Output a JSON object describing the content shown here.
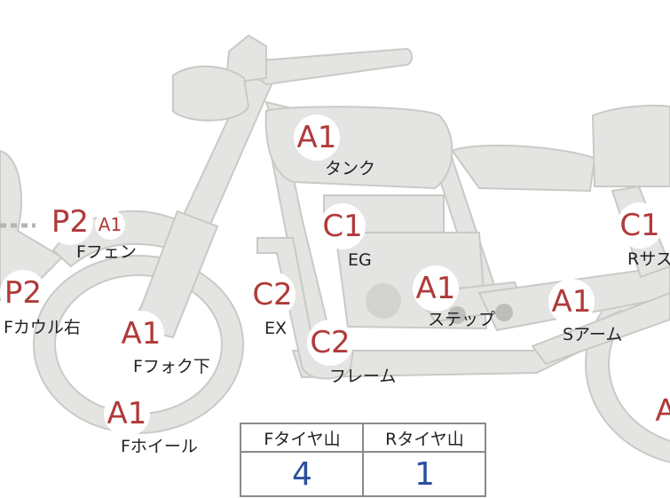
{
  "colors": {
    "bike_fill": "#e4e4e2",
    "bike_stroke": "#c9c9c6",
    "grade_text": "#b03a3a",
    "value_text": "#2b4fa0",
    "engine_circle": "#d2d2d0"
  },
  "grades": {
    "tank": "A1",
    "f_fender_main": "P2",
    "f_fender_sub": "A1",
    "f_cowl_right": "P2",
    "f_fork_lower": "A1",
    "f_wheel": "A1",
    "engine": "C1",
    "exhaust": "C2",
    "frame": "C2",
    "step": "A1",
    "swing_arm": "A1",
    "r_suspension": "C1",
    "r_wheel": "A"
  },
  "parts": {
    "tank": "タンク",
    "f_fender": "Fフェン",
    "f_cowl_right": "Fカウル右",
    "f_fork_lower": "Fフォク下",
    "f_wheel": "Fホイール",
    "engine": "EG",
    "exhaust": "EX",
    "frame": "フレーム",
    "step": "ステップ",
    "swing_arm": "Sアーム",
    "r_suspension": "Rサス"
  },
  "tread": {
    "front_label": "Fタイヤ山",
    "rear_label": "Rタイヤ山",
    "front_value": "4",
    "rear_value": "1"
  }
}
